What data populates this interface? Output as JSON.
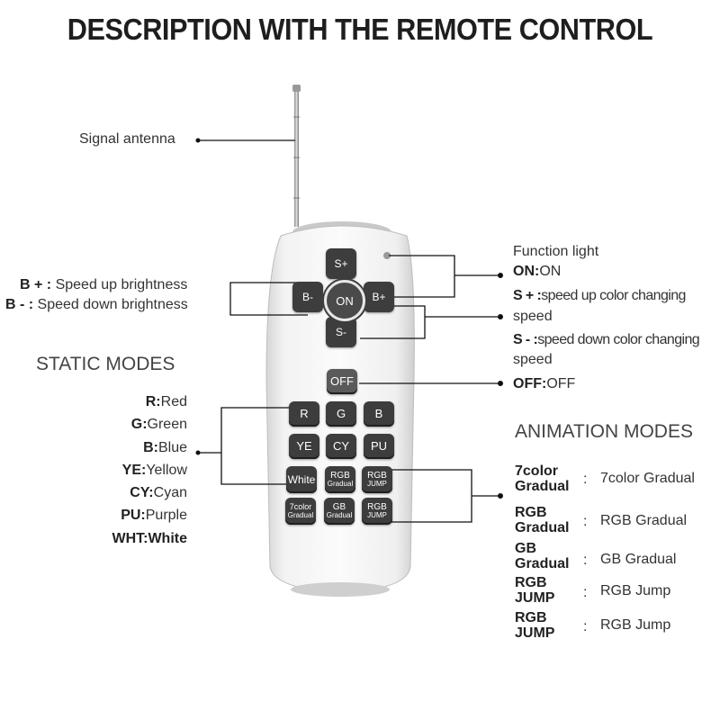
{
  "title": "DESCRIPTION WITH THE REMOTE CONTROL",
  "left_labels": {
    "signal_antenna": "Signal antenna",
    "b_plus_key": "B + :",
    "b_plus_desc": " Speed up brightness",
    "b_minus_key": "B - :",
    "b_minus_desc": " Speed down brightness"
  },
  "static_modes": {
    "heading": "STATIC MODES",
    "items": [
      {
        "key": "R:",
        "name": "Red"
      },
      {
        "key": "G:",
        "name": "Green"
      },
      {
        "key": "B:",
        "name": "Blue"
      },
      {
        "key": "YE:",
        "name": "Yellow"
      },
      {
        "key": "CY:",
        "name": "Cyan"
      },
      {
        "key": "PU:",
        "name": "Purple"
      },
      {
        "key": "WHT:",
        "name": "White"
      }
    ]
  },
  "right_labels": {
    "function_light": "Function light",
    "on_key": "ON:",
    "on_desc": "ON",
    "s_plus_key": "S + :",
    "s_plus_desc": "speed up color changing",
    "s_plus_cont": "speed",
    "s_minus_key": "S - :",
    "s_minus_desc": "speed down color  changing",
    "s_minus_cont": "speed",
    "off_key": "OFF:",
    "off_desc": "OFF"
  },
  "animation_modes": {
    "heading": "ANIMATION MODES",
    "items": [
      {
        "line1": "7color",
        "line2": "Gradual",
        "sep": ":",
        "desc": "7color Gradual"
      },
      {
        "line1": "RGB",
        "line2": "Gradual",
        "sep": ":",
        "desc": "RGB Gradual"
      },
      {
        "line1": "GB",
        "line2": "Gradual",
        "sep": ":",
        "desc": "GB Gradual"
      },
      {
        "line1": "RGB",
        "line2": "JUMP",
        "sep": ":",
        "desc": "RGB Jump"
      },
      {
        "line1": "RGB",
        "line2": "JUMP",
        "sep": ":",
        "desc": "RGB Jump"
      }
    ]
  },
  "remote": {
    "s_plus": "S+",
    "s_minus": "S-",
    "b_minus": "B-",
    "b_plus": "B+",
    "on": "ON",
    "off": "OFF",
    "r": "R",
    "g": "G",
    "b": "B",
    "ye": "YE",
    "cy": "CY",
    "pu": "PU",
    "white": "White",
    "rgb_gradual_1": "RGB",
    "rgb_gradual_2": "Gradual",
    "rgb_jump_1": "RGB",
    "rgb_jump_2": "JUMP",
    "color7_1": "7color",
    "color7_2": "Gradual",
    "gb_1": "GB",
    "gb_2": "Gradual",
    "rgb_jump2_1": "RGB",
    "rgb_jump2_2": "JUMP"
  }
}
